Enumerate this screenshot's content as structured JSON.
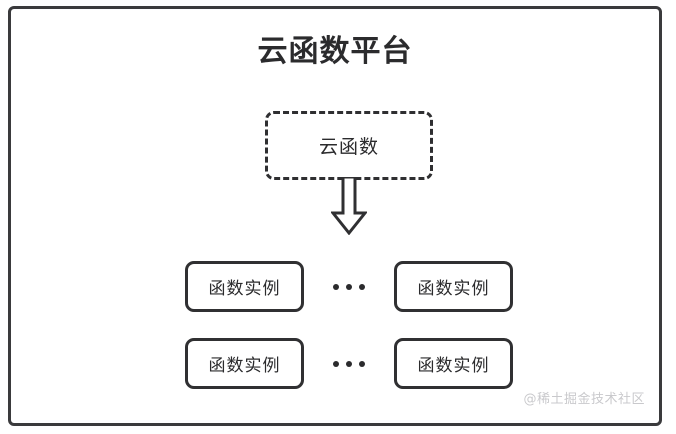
{
  "diagram": {
    "title": "云函数平台",
    "frame_color": "#3a3a3c",
    "background": "#ffffff",
    "text_color": "#2b2b2d",
    "cloud_function": {
      "label": "云函数",
      "style": "dashed-rounded-box"
    },
    "arrow": {
      "name": "down-block-arrow",
      "direction": "down",
      "color": "#303032"
    },
    "rows": [
      {
        "left_instance": "函数实例",
        "ellipsis": "•••",
        "right_instance": "函数实例"
      },
      {
        "left_instance": "函数实例",
        "ellipsis": "•••",
        "right_instance": "函数实例"
      }
    ],
    "watermark": "@稀土掘金技术社区"
  }
}
